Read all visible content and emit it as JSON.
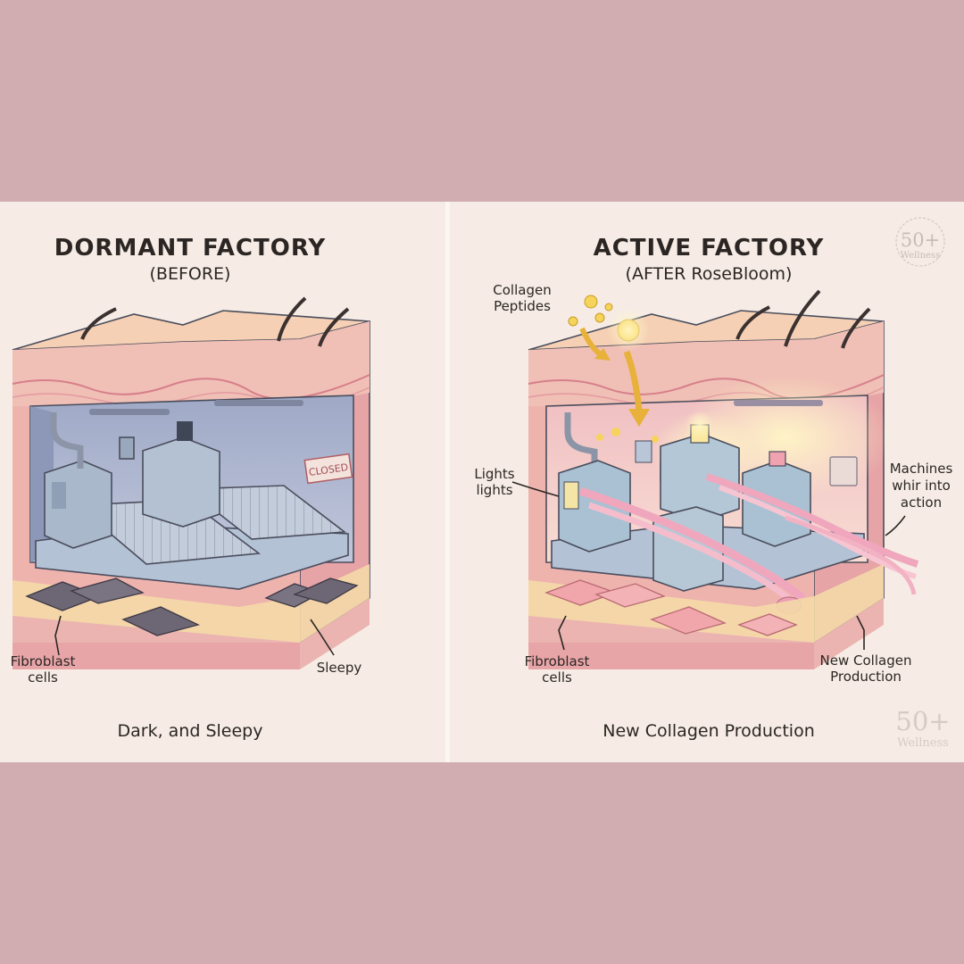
{
  "left_panel": {
    "title": "DORMANT FACTORY",
    "subtitle": "(BEFORE)",
    "sign_text": "CLOSED",
    "label_fibroblast_line1": "Fibroblast",
    "label_fibroblast_line2": "cells",
    "label_sleepy": "Sleepy",
    "caption": "Dark, and Sleepy"
  },
  "right_panel": {
    "title": "ACTIVE FACTORY",
    "subtitle": "(AFTER RoseBloom)",
    "label_peptides_line1": "Collagen",
    "label_peptides_line2": "Peptides",
    "label_lights_line1": "Lights",
    "label_lights_line2": "lights",
    "label_machines_line1": "Machines",
    "label_machines_line2": "whir into",
    "label_machines_line3": "action",
    "label_fibroblast_line1": "Fibroblast",
    "label_fibroblast_line2": "cells",
    "label_production_line1": "New Collagen",
    "label_production_line2": "Production",
    "caption": "New Collagen Production"
  },
  "logo_badge": {
    "number": "50+",
    "word": "Wellness"
  },
  "logo_watermark": {
    "number": "50+",
    "word": "Wellness"
  },
  "colors": {
    "background": "#d1adb2",
    "panel": "#f6ece5",
    "skin_top": "#f1c6b0",
    "skin_pink": "#e8a1a6",
    "factory_dark": "#aab7d1",
    "factory_warm": "#f4cdc9",
    "machine": "#aebfd0",
    "collagen_fiber": "#f0a7bd",
    "glow": "#f7d45a"
  }
}
